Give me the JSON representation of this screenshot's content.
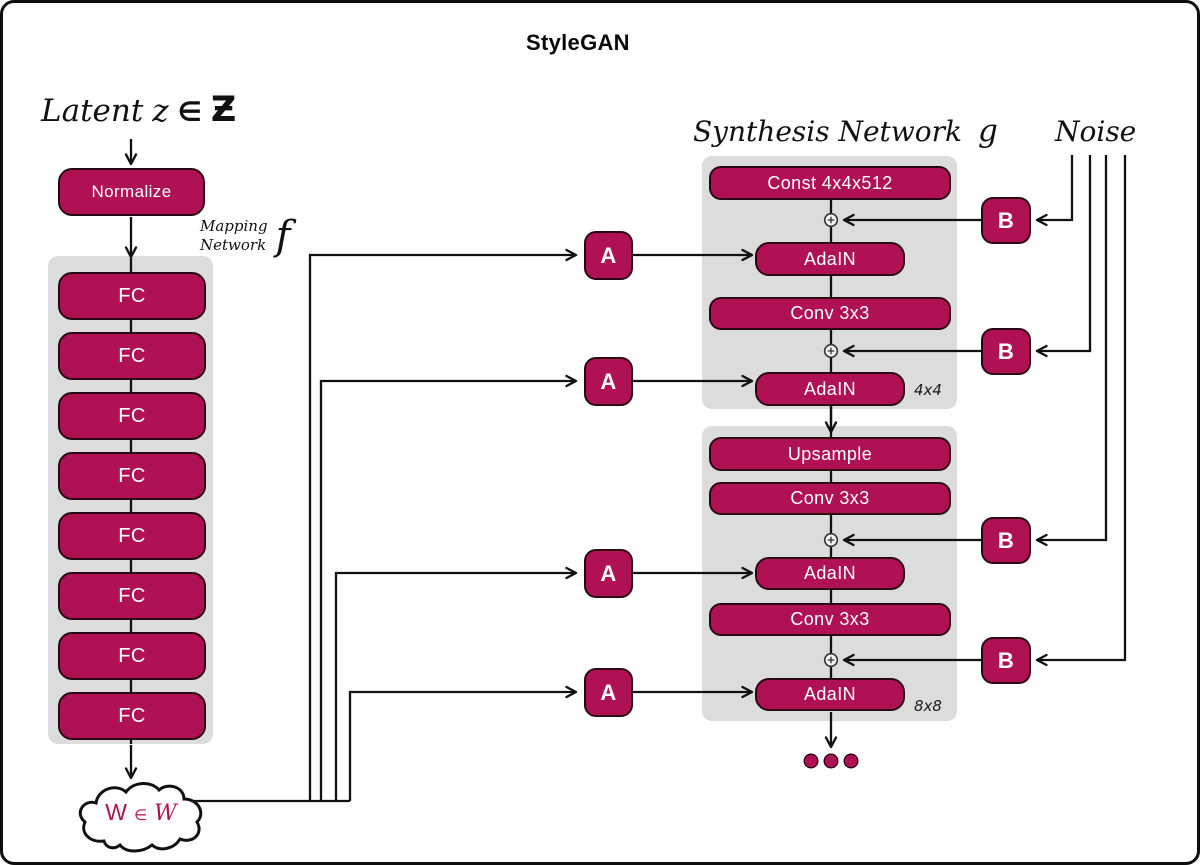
{
  "title": "StyleGAN",
  "colors": {
    "primary": "#b01155",
    "box_border": "#2b0512",
    "container_bg": "#dcdcdc",
    "line": "#111111",
    "background": "#ffffff"
  },
  "mapping_network": {
    "latent_label": {
      "text": "Latent",
      "variable": "z",
      "element_of": "∈",
      "space_symbol": "Ƶ"
    },
    "normalize_label": "Normalize",
    "network_caption": {
      "line1": "Mapping",
      "line2": "Network",
      "symbol": "f"
    },
    "fc_layers": [
      "FC",
      "FC",
      "FC",
      "FC",
      "FC",
      "FC",
      "FC",
      "FC"
    ],
    "latent_output": {
      "variable": "W",
      "element_of": "∈",
      "space_symbol": "W"
    }
  },
  "synthesis_network": {
    "caption": {
      "text": "Synthesis Network",
      "symbol": "g"
    },
    "noise_label": "Noise",
    "style_box_label": "A",
    "noise_box_label": "B",
    "block_4x4": {
      "layers": [
        "Const 4x4x512",
        "AdaIN",
        "Conv 3x3",
        "AdaIN"
      ],
      "resolution": "4x4"
    },
    "block_8x8": {
      "layers": [
        "Upsample",
        "Conv 3x3",
        "AdaIN",
        "Conv 3x3",
        "AdaIN"
      ],
      "resolution": "8x8"
    },
    "add_node_icon": "circled-plus",
    "ellipsis_dot_count": 3
  }
}
